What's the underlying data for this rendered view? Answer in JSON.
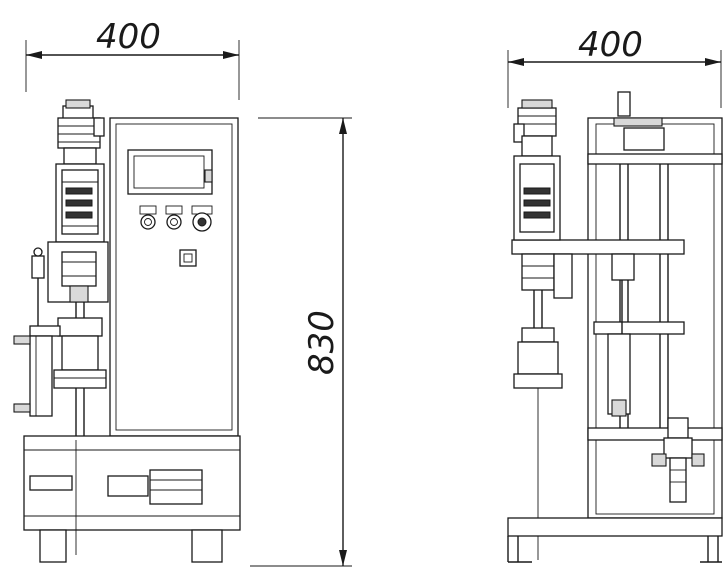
{
  "front_view": {
    "width_dimension": "400",
    "height_dimension": "830"
  },
  "side_view": {
    "width_dimension": "400"
  }
}
